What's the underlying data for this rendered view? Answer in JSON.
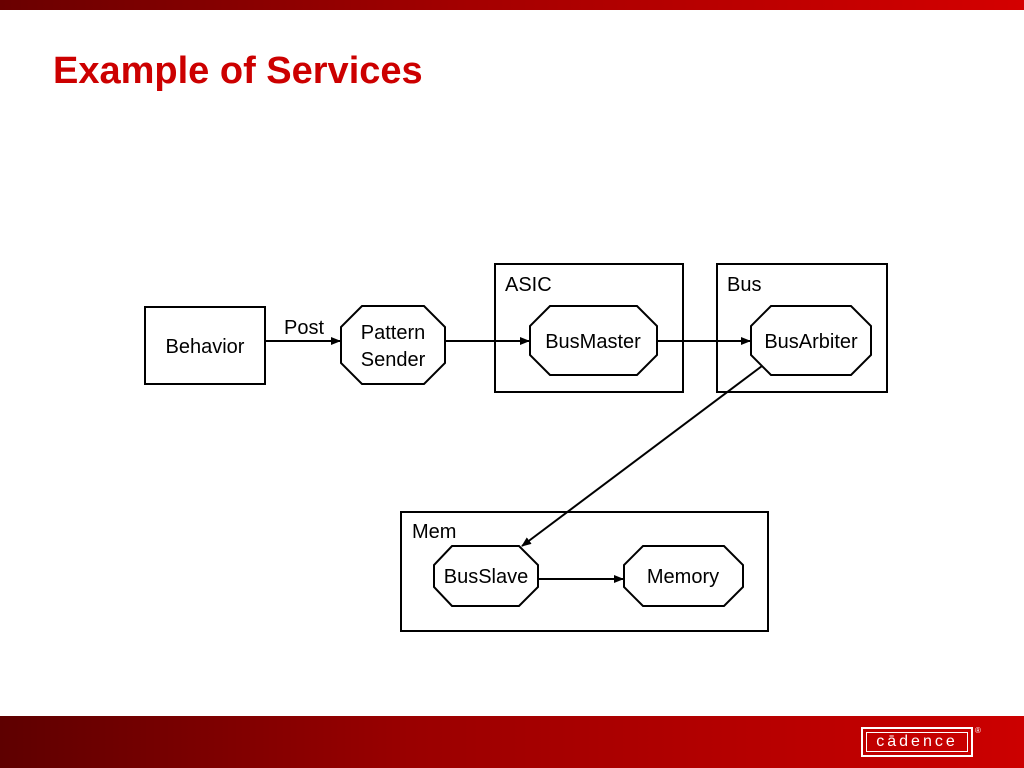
{
  "slide": {
    "title": "Example of Services"
  },
  "diagram": {
    "containers": {
      "asic": "ASIC",
      "bus": "Bus",
      "mem": "Mem"
    },
    "nodes": {
      "behavior": "Behavior",
      "pattern_sender": [
        "Pattern",
        "Sender"
      ],
      "bus_master": "BusMaster",
      "bus_arbiter": "BusArbiter",
      "bus_slave": "BusSlave",
      "memory": "Memory"
    },
    "edge_labels": {
      "post": "Post"
    }
  },
  "footer": {
    "logo_text": "cādence",
    "logo_mark": "®"
  }
}
